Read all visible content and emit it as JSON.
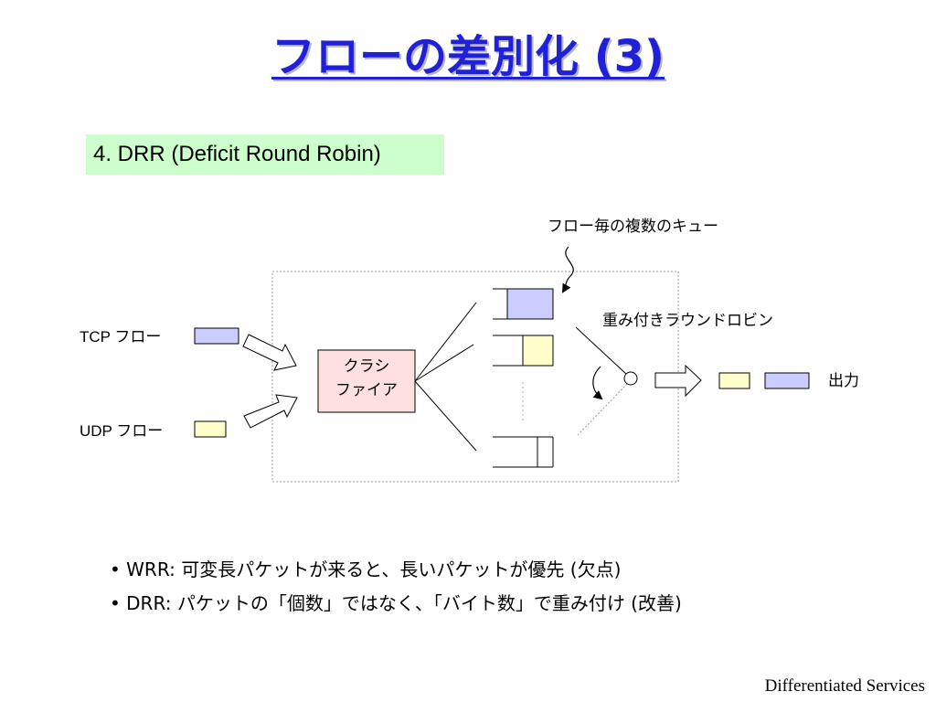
{
  "slide": {
    "title": "フローの差別化 (3)",
    "subtitle": "4. DRR (Deficit Round Robin)",
    "footer": "Differentiated Services"
  },
  "diagram": {
    "queue_label": "フロー毎の複数のキュー",
    "scheduler_label": "重み付きラウンドロビン",
    "tcp_label": "TCP フロー",
    "udp_label": "UDP フロー",
    "classifier_line1": "クラシ",
    "classifier_line2": "ファイア",
    "output_label": "出力"
  },
  "bullets": [
    "• WRR: 可変長パケットが来ると、長いパケットが優先 (欠点)",
    "• DRR: パケットの「個数」ではなく、「バイト数」で重み付け (改善)"
  ],
  "colors": {
    "title": "#2020d8",
    "subtitle_bg": "#ccffcc",
    "tcp_packet": "#ccccff",
    "udp_packet": "#ffffcc",
    "classifier_bg": "#ffe0e0"
  }
}
